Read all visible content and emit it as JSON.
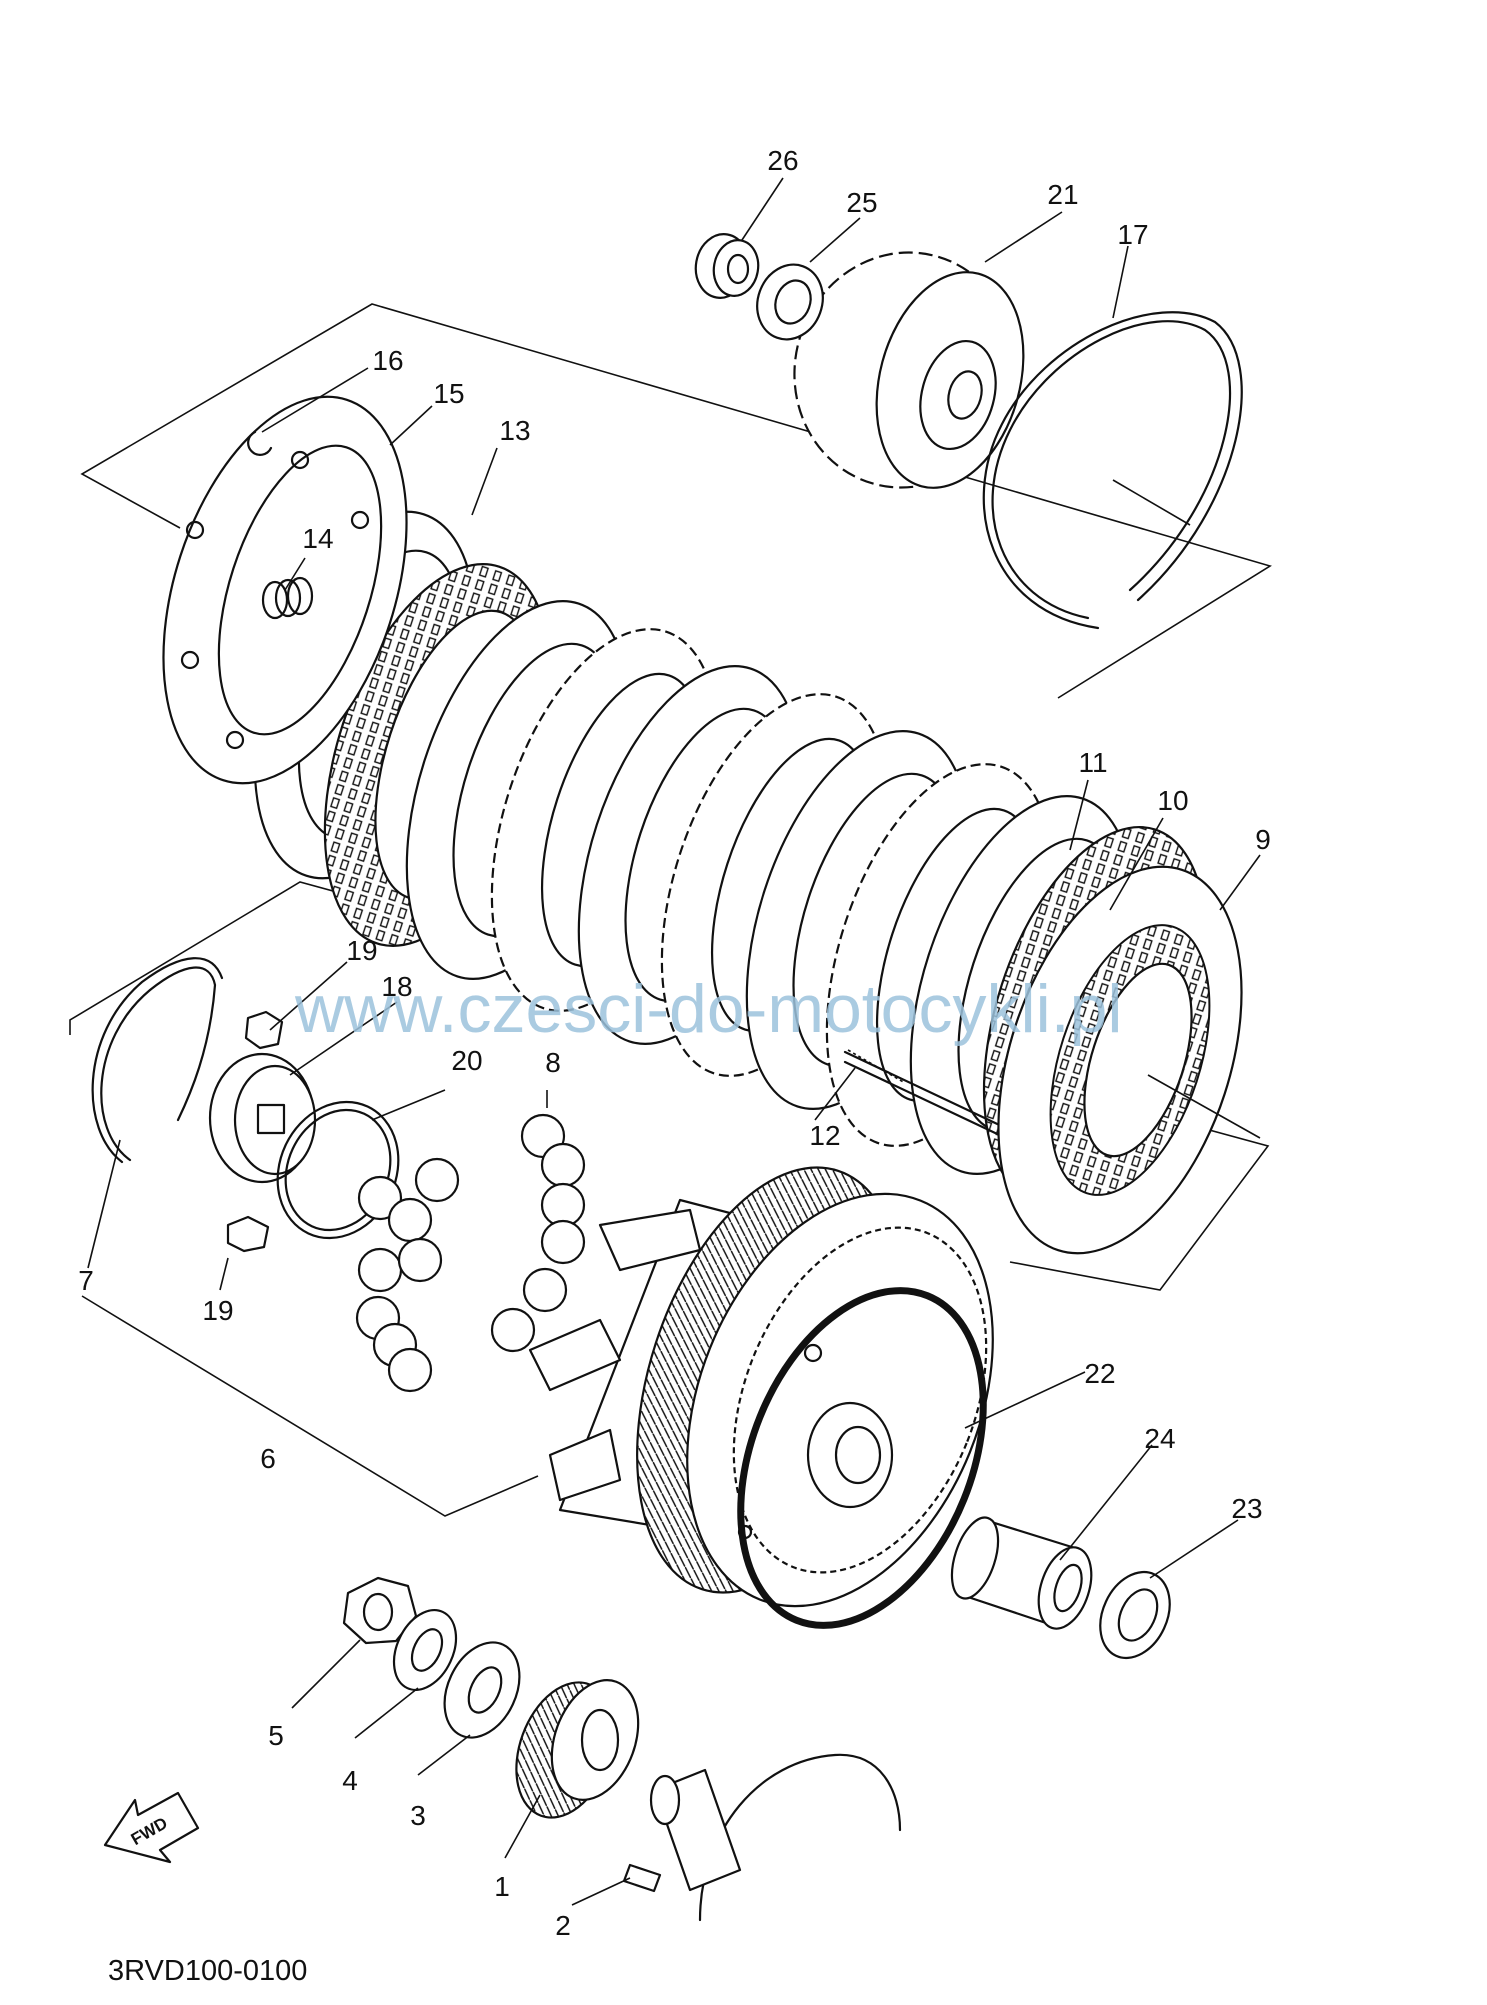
{
  "diagram_code": "3RVD100-0100",
  "watermark": "www.czesci-do-motocykli.pl",
  "fwd_label": "FWD",
  "callouts": {
    "c1": "1",
    "c2": "2",
    "c3": "3",
    "c4": "4",
    "c5": "5",
    "c6": "6",
    "c7": "7",
    "c8": "8",
    "c9": "9",
    "c10": "10",
    "c11": "11",
    "c12": "12",
    "c13": "13",
    "c14": "14",
    "c15": "15",
    "c16": "16",
    "c17": "17",
    "c18": "18",
    "c19a": "19",
    "c19b": "19",
    "c20": "20",
    "c21": "21",
    "c22": "22",
    "c23": "23",
    "c24": "24",
    "c25": "25",
    "c26": "26"
  }
}
